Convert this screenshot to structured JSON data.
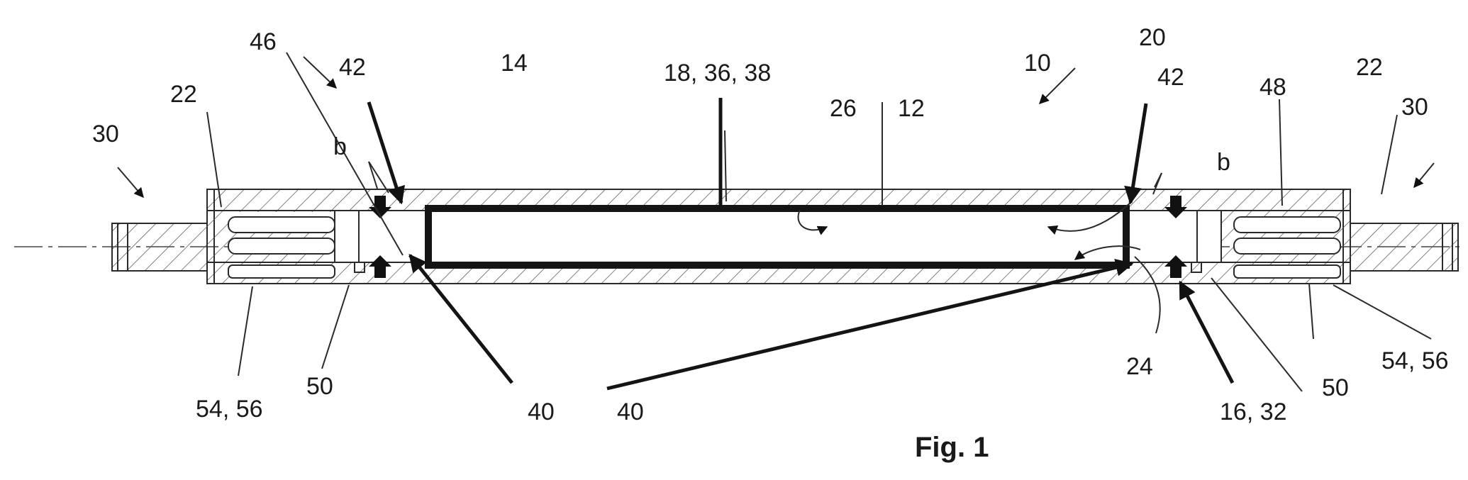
{
  "figure_label": "Fig. 1",
  "callouts": {
    "c10": "10",
    "c14": "14",
    "c18": "18, 36, 38",
    "c26": "26",
    "c12": "12",
    "c20": "20",
    "c46": "46",
    "c42_left": "42",
    "c42_right": "42",
    "c22_left": "22",
    "c22_right": "22",
    "c48": "48",
    "c30_left": "30",
    "c30_right": "30",
    "b_left": "b",
    "b_right": "b",
    "c54_left": "54, 56",
    "c54_right": "54, 56",
    "c50_left": "50",
    "c50_right": "50",
    "c40_left": "40",
    "c40_mid": "40",
    "c24": "24",
    "c16": "16, 32"
  }
}
